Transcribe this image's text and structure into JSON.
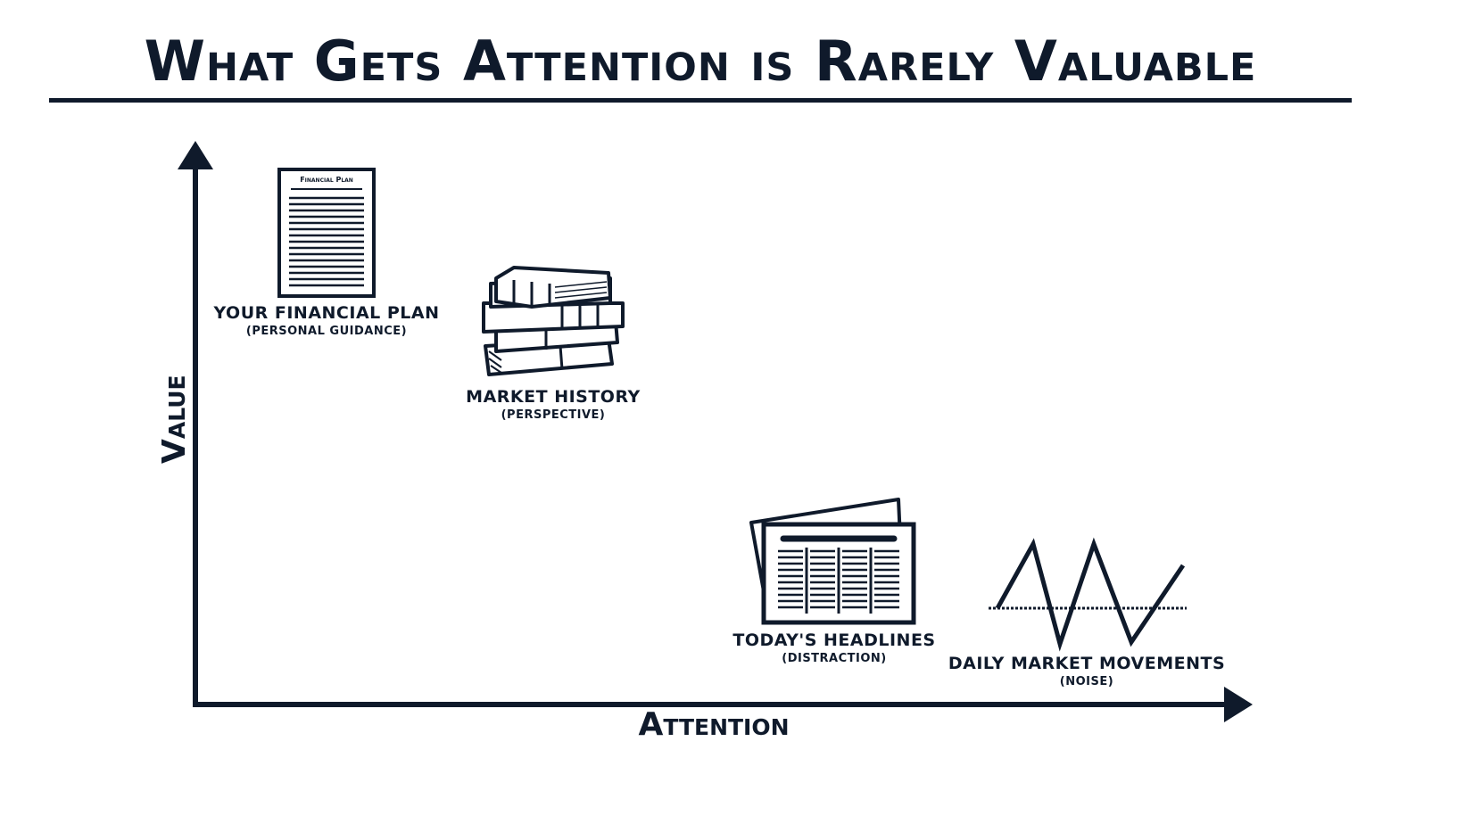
{
  "title": "What Gets Attention is Rarely Valuable",
  "axes": {
    "y_label": "Value",
    "x_label": "Attention"
  },
  "items": [
    {
      "label": "YOUR FINANCIAL PLAN",
      "sublabel": "(PERSONAL GUIDANCE)",
      "icon": "financial-plan-document-icon",
      "icon_text": "Financial Plan"
    },
    {
      "label": "MARKET HISTORY",
      "sublabel": "(PERSPECTIVE)",
      "icon": "stacked-books-icon"
    },
    {
      "label": "TODAY'S HEADLINES",
      "sublabel": "(DISTRACTION)",
      "icon": "newspaper-icon"
    },
    {
      "label": "DAILY MARKET MOVEMENTS",
      "sublabel": "(NOISE)",
      "icon": "zigzag-line-icon"
    }
  ],
  "colors": {
    "ink": "#0f1a2b",
    "background": "#ffffff"
  }
}
